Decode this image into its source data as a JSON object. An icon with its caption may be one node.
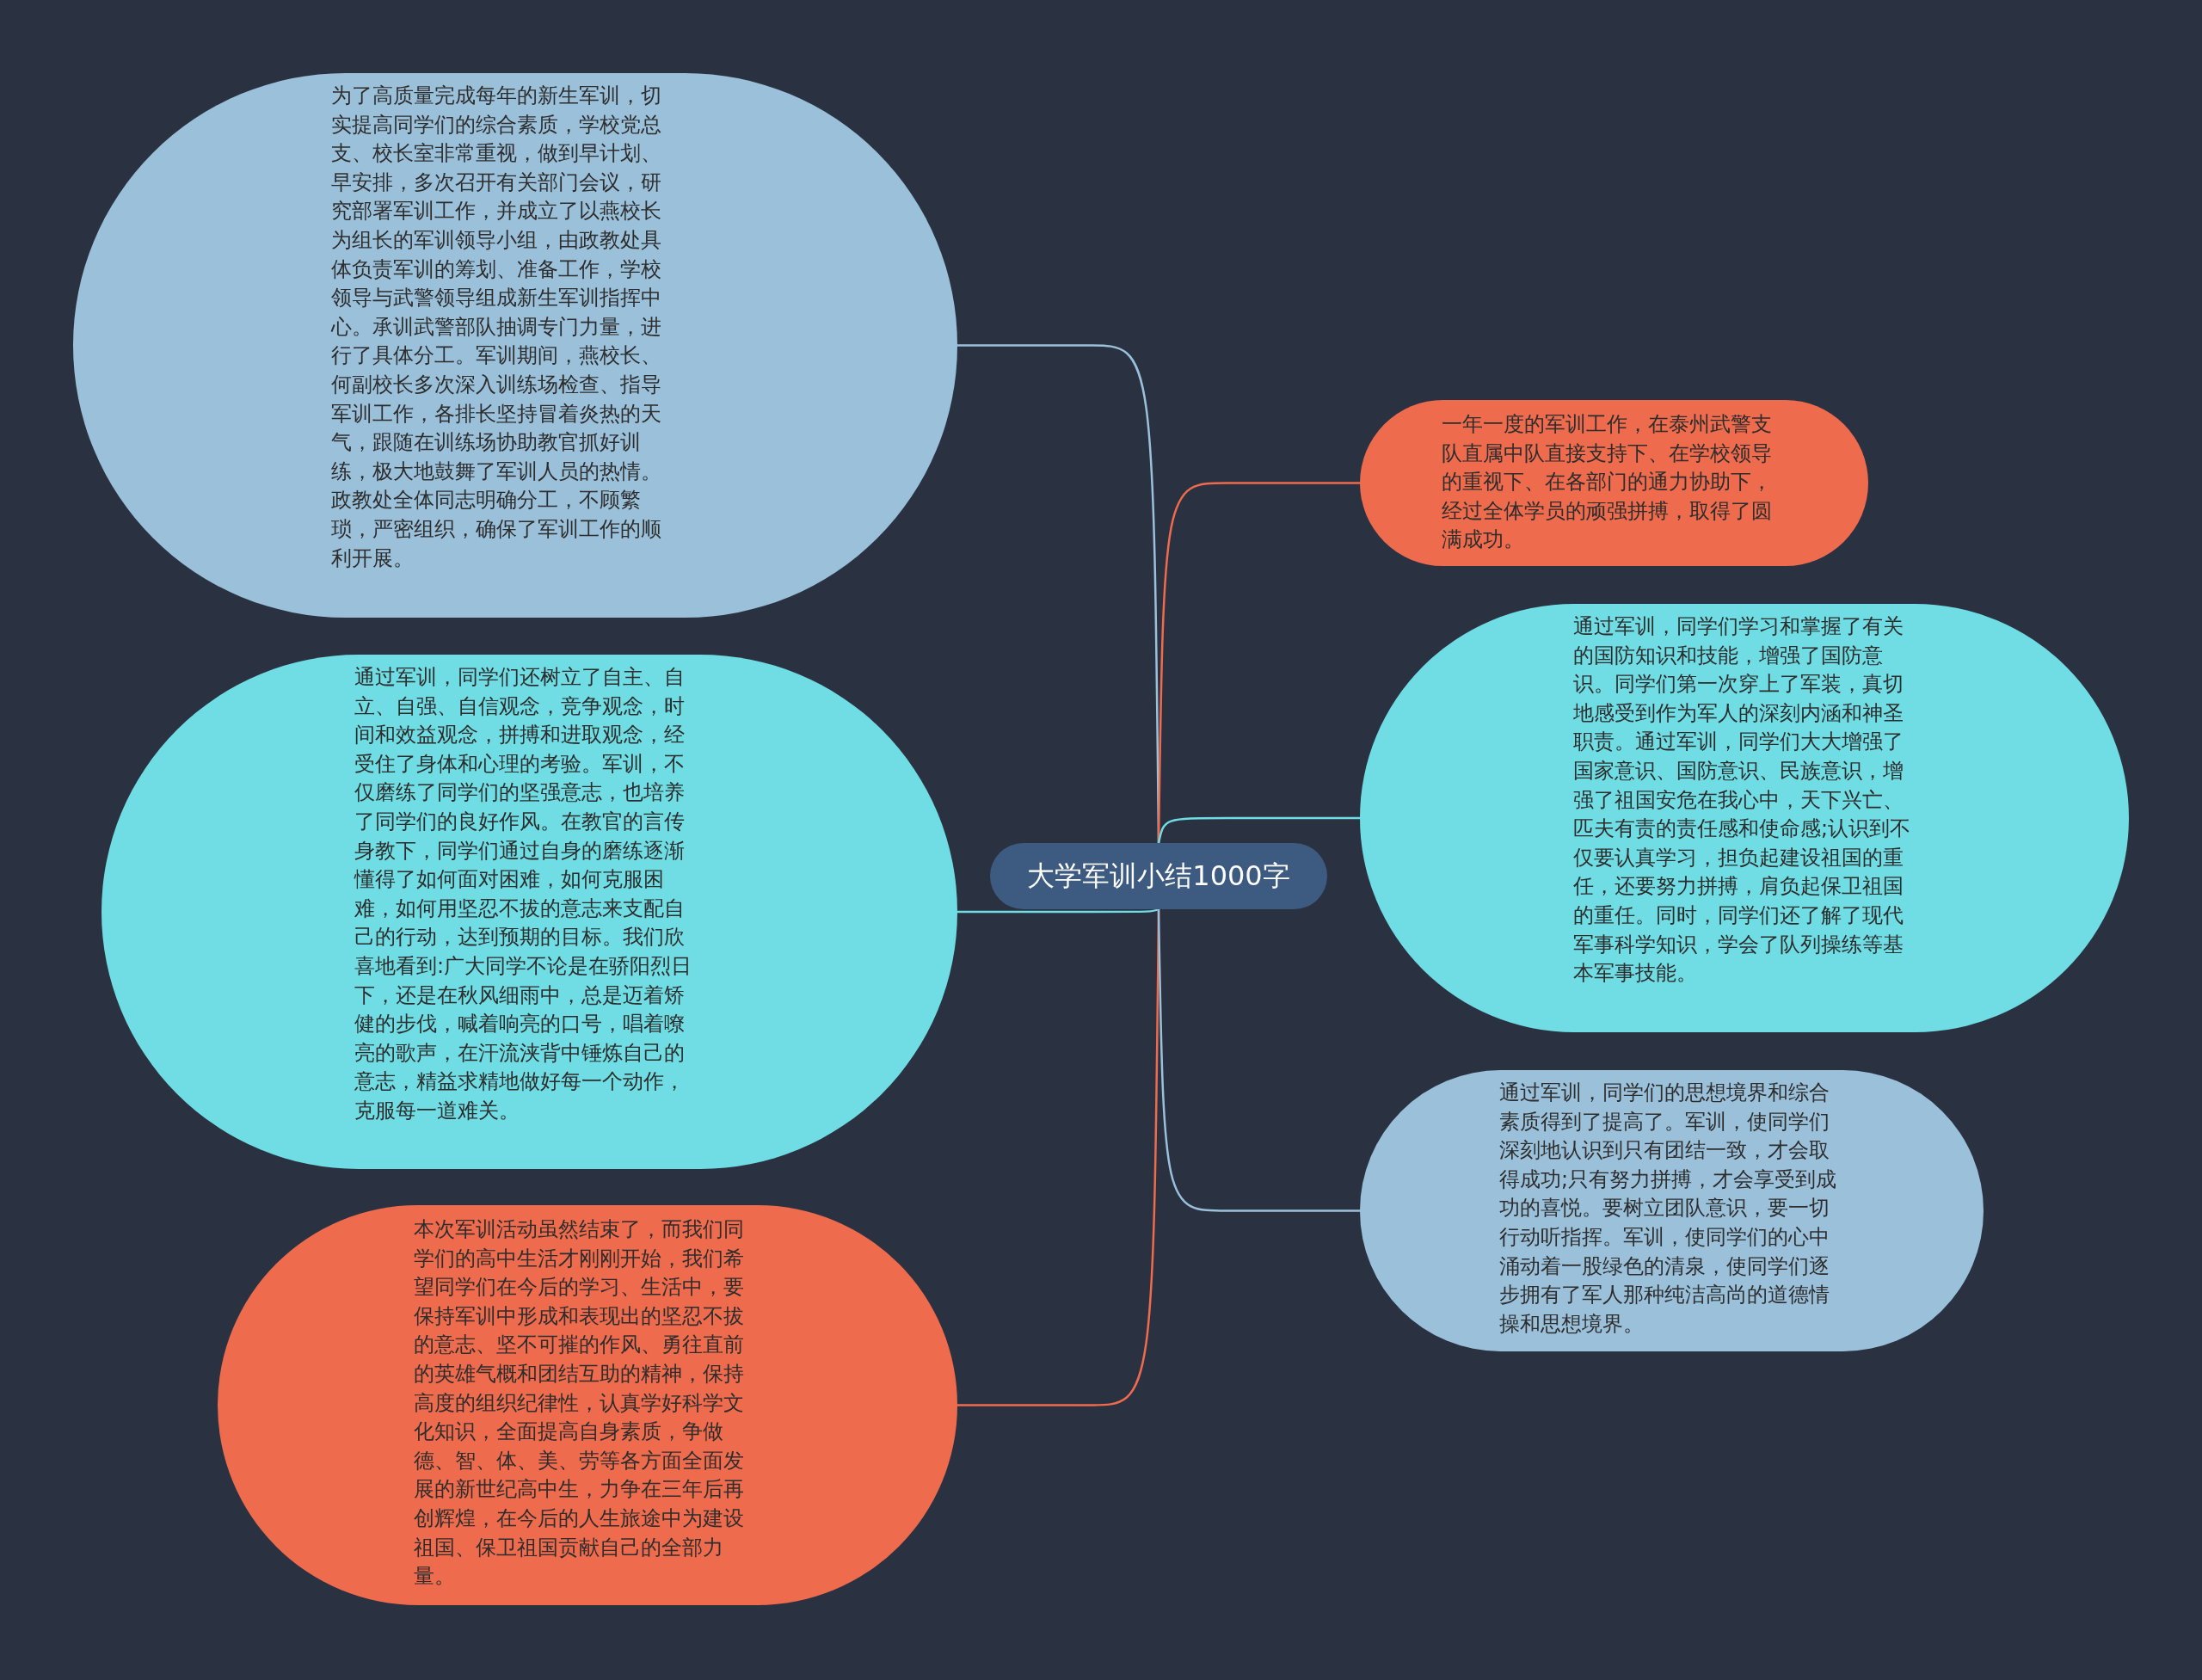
{
  "diagram": {
    "nodes": [
      {
        "text": [
          "大学军训小结1000字"
        ]
      },
      {
        "text": [
          "为了高质量完成每年的新生军训，切实提高同学们的综合素质，学校党总支、校长室非常重视，做到早计划、早安排，多次召开有关部门会议，研究部署军训工作，并成立了以燕校长为组长的军训领导小组，由政教处具体负责军训的筹划、准备工作，学校领导与武警领导组成新生军训指挥中心。承训武警部队抽调专门力量，进行了具体分工。军训期间，燕校长、何副校长多次深入训练场检查、指导军训工作，各排长坚持冒着炎热的天气，跟随在训练场协助教官抓好训练，极大地鼓舞了军训人员的热情。政教处全体同志明确分工，不顾繁琐，严密组织，确保了军训工作的顺利开展。"
        ]
      },
      {
        "text": [
          "通过军训，同学们还树立了自主、自立、自强、自信观念，竞争观念，时间和效益观念，拼搏和进取观念，经受住了身体和心理的考验。军训，不仅磨练了同学们的坚强意志，也培养了同学们的良好作风。在教官的言传身教下，同学们通过自身的磨练逐渐懂得了如何面对困难，如何克服困难，如何用坚忍不拔的意志来支配自己的行动，达到预期的目标。我们欣喜地看到:广大同学不论是在骄阳烈日下，还是在秋风细雨中，总是迈着矫健的步伐，喊着响亮的口号，唱着嘹亮的歌声，在汗流浃背中锤炼自己的意志，精益求精地做好每一个动作，克服每一道难关。"
        ]
      },
      {
        "text": [
          "本次军训活动虽然结束了，而我们同学们的高中生活才刚刚开始，我们希望同学们在今后的学习、生活中，要保持军训中形成和表现出的坚忍不拔的意志、坚不可摧的作风、勇往直前的英雄气概和团结互助的精神，保持高度的组织纪律性，认真学好科学文化知识，全面提高自身素质，争做德、智、体、美、劳等各方面全面发展的新世纪高中生，力争在三年后再创辉煌，在今后的人生旅途中为建设祖国、保卫祖国贡献自己的全部力量。"
        ]
      },
      {
        "text": [
          "一年一度的军训工作，在泰州武警支队直属中队直接支持下、在学校领导的重视下、在各部门的通力协助下，经过全体学员的顽强拼搏，取得了圆满成功。"
        ]
      },
      {
        "text": [
          "通过军训，同学们学习和掌握了有关的国防知识和技能，增强了国防意识。同学们第一次穿上了军装，真切地感受到作为军人的深刻内涵和神圣职责。通过军训，同学们大大增强了国家意识、国防意识、民族意识，增强了祖国安危在我心中，天下兴亡、匹夫有责的责任感和使命感;认识到不仅要认真学习，担负起建设祖国的重任，还要努力拼搏，肩负起保卫祖国的重任。同时，同学们还了解了现代军事科学知识，学会了队列操练等基本军事技能。"
        ]
      },
      {
        "text": [
          "通过军训，同学们的思想境界和综合素质得到了提高了。军训，使同学们深刻地认识到只有团结一致，才会取得成功;只有努力拼搏，才会享受到成功的喜悦。要树立团队意识，要一切行动听指挥。军训，使同学们的心中涌动着一股绿色的清泉，使同学们逐步拥有了军人那种纯洁高尚的道德情操和思想境界。"
        ]
      }
    ],
    "edges": [
      {
        "from": 0,
        "to": 1,
        "arrow": "none",
        "color": "#9bc0da"
      },
      {
        "from": 0,
        "to": 2,
        "arrow": "none",
        "color": "#6fdde3"
      },
      {
        "from": 0,
        "to": 3,
        "arrow": "none",
        "color": "#ee6b4d"
      },
      {
        "from": 0,
        "to": 4,
        "arrow": "none",
        "color": "#ee6b4d"
      },
      {
        "from": 0,
        "to": 5,
        "arrow": "none",
        "color": "#6fdde3"
      },
      {
        "from": 0,
        "to": 6,
        "arrow": "none",
        "color": "#9bc0da"
      }
    ]
  }
}
